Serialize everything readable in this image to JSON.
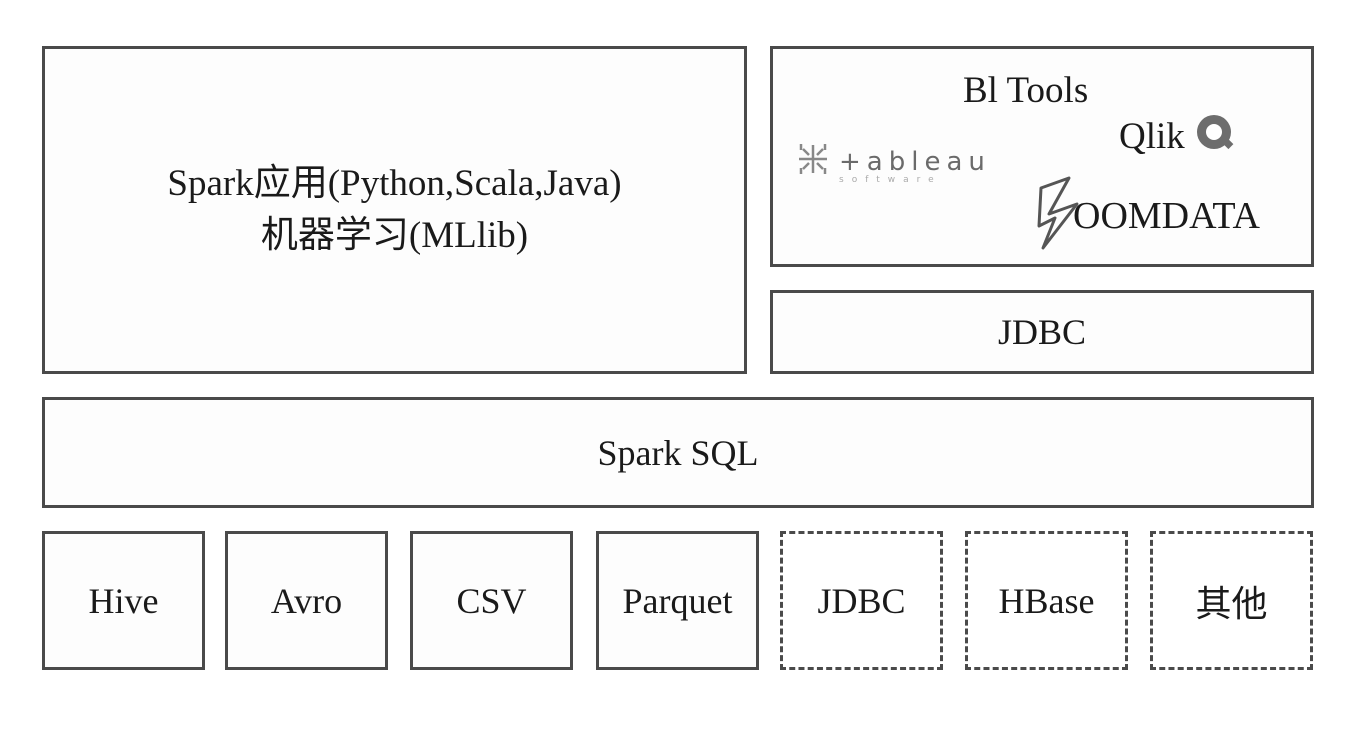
{
  "app": {
    "line1": "Spark应用(Python,Scala,Java)",
    "line2": "机器学习(MLlib)"
  },
  "bi": {
    "title": "Bl Tools",
    "qlik": "Qlik",
    "tableau": "+ableau",
    "tableau_small": "software",
    "zoomdata": "OOMDATA"
  },
  "jdbc_top": "JDBC",
  "spark_sql": "Spark SQL",
  "sources": [
    {
      "label": "Hive",
      "style": "solid"
    },
    {
      "label": "Avro",
      "style": "solid"
    },
    {
      "label": "CSV",
      "style": "solid"
    },
    {
      "label": "Parquet",
      "style": "solid"
    },
    {
      "label": "JDBC",
      "style": "dashed"
    },
    {
      "label": "HBase",
      "style": "dashed"
    },
    {
      "label": "其他",
      "style": "dashed"
    }
  ],
  "icons": [
    "qlik-logo-icon",
    "tableau-logo-icon",
    "zoomdata-logo-icon"
  ],
  "colors": {
    "border": "#4a4a4a",
    "text": "#1a1a1a",
    "logo_gray": "#6a6a6a"
  }
}
